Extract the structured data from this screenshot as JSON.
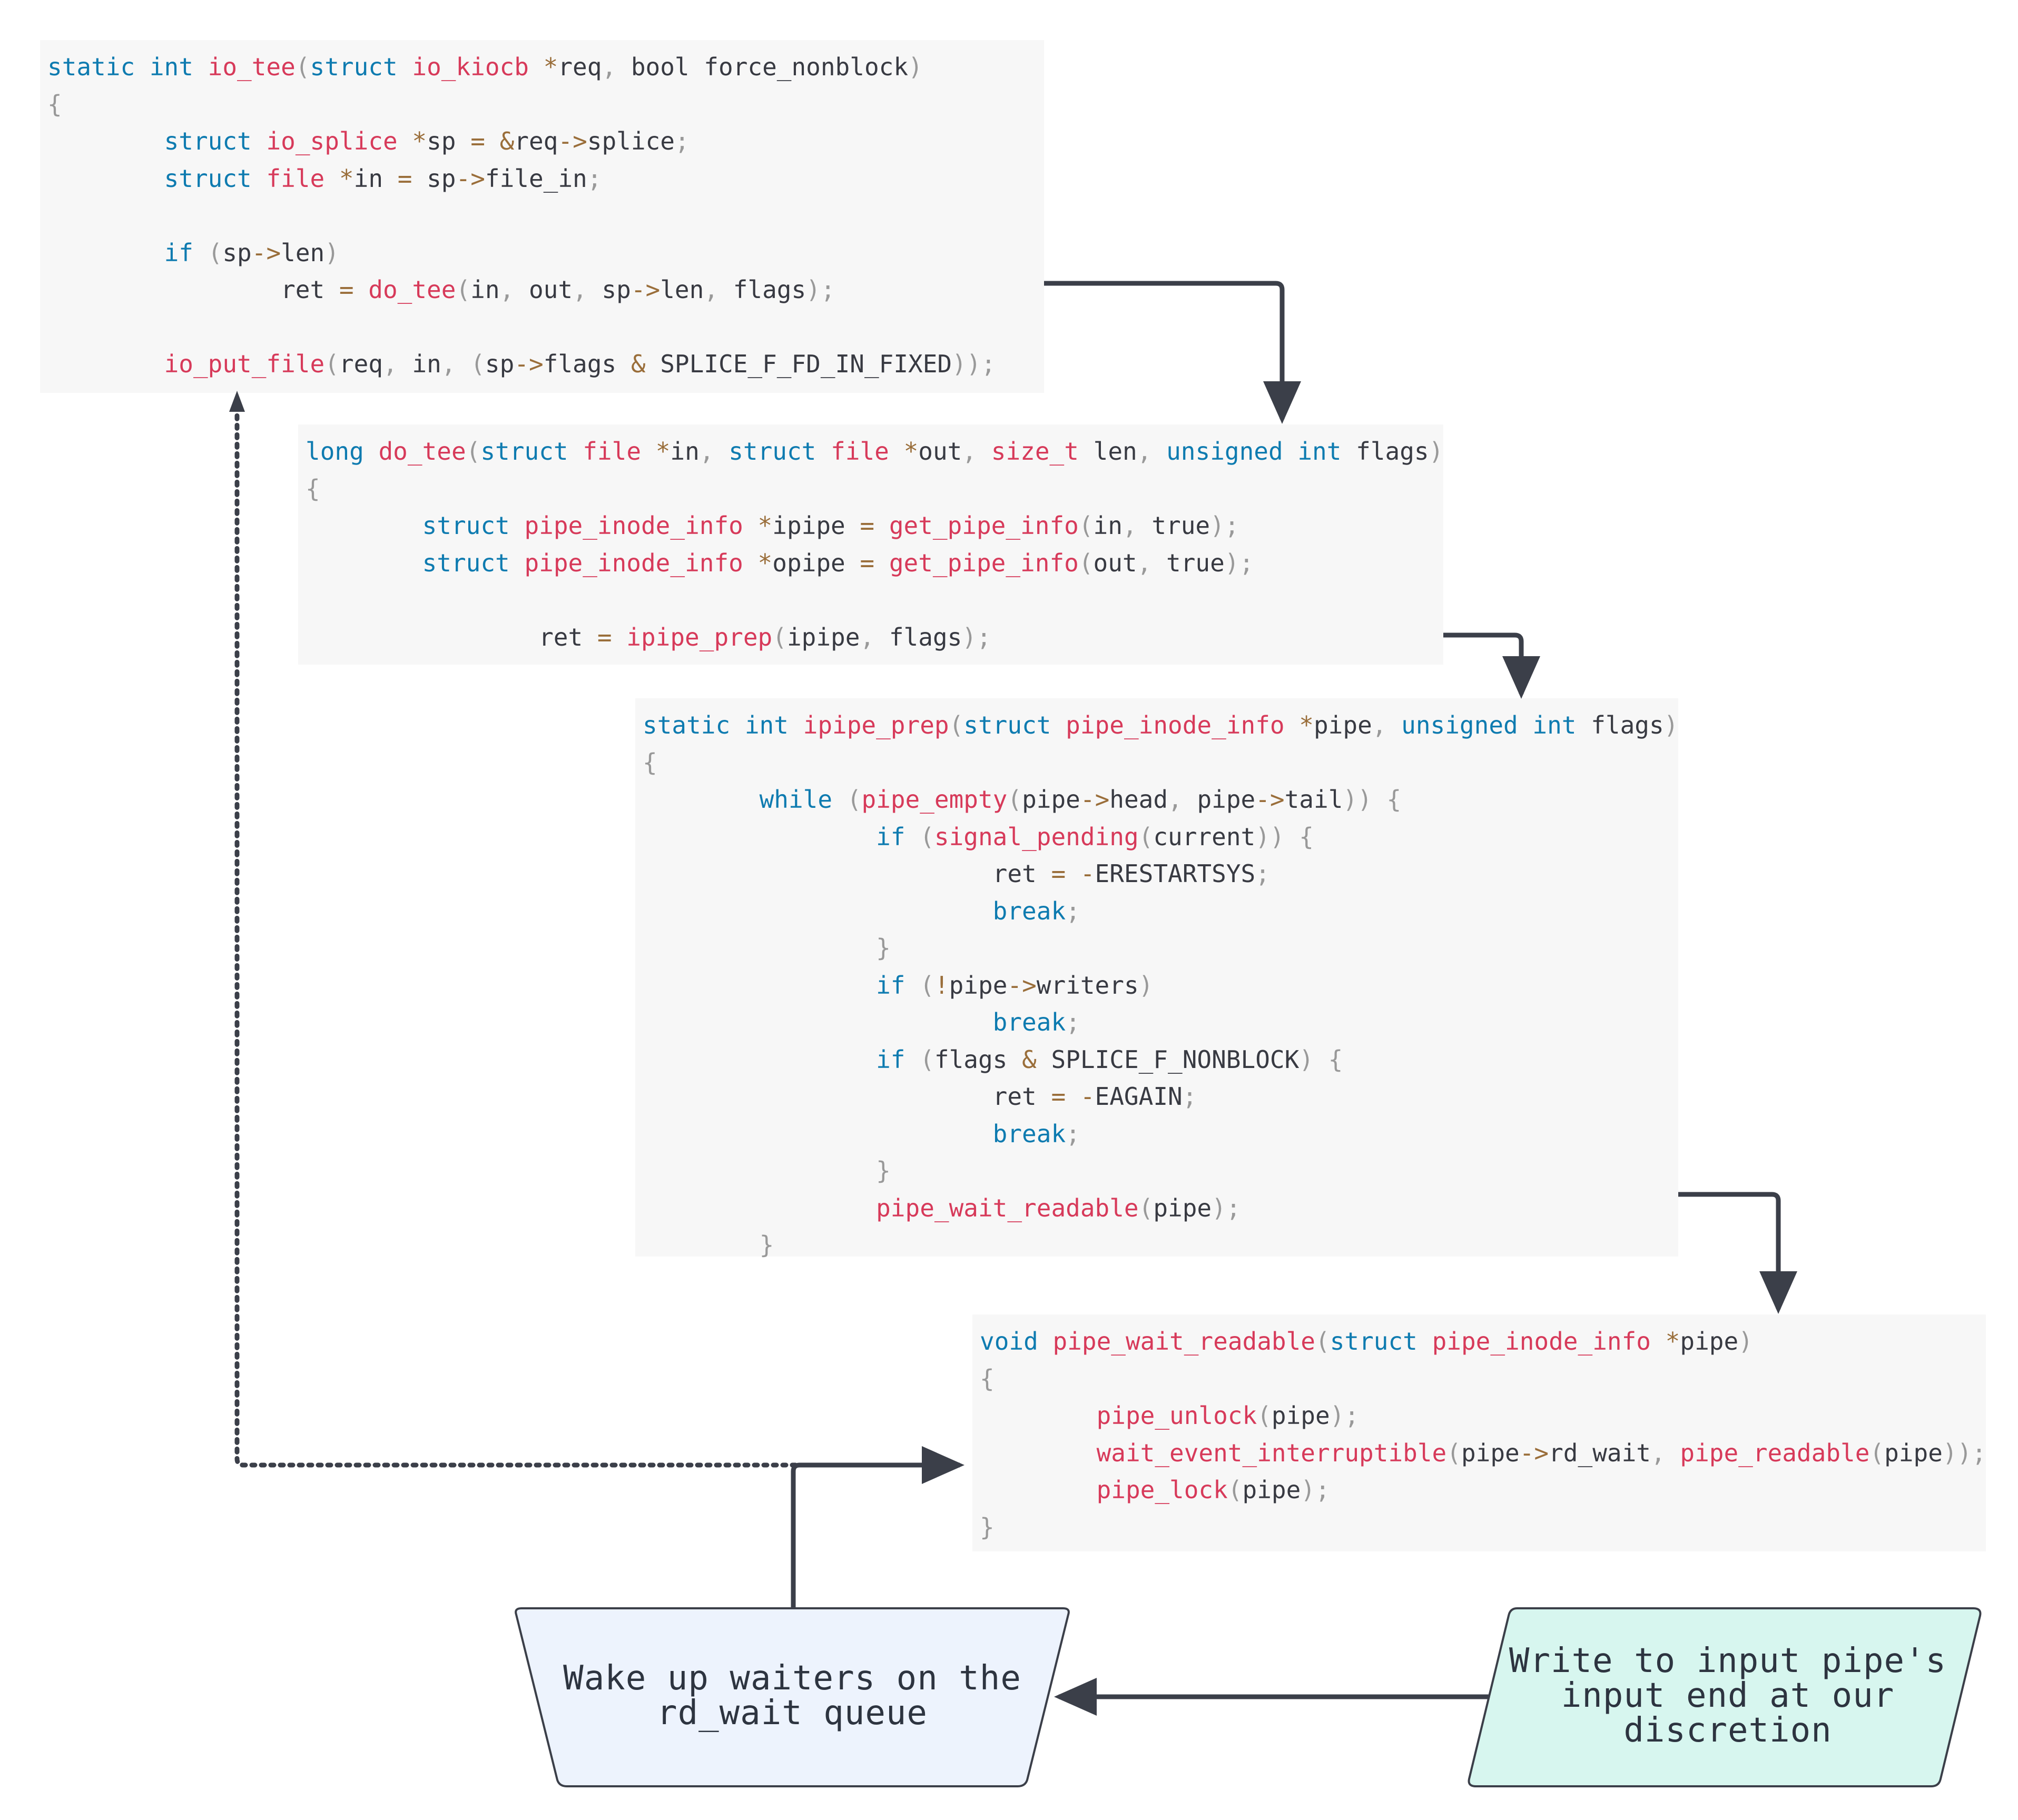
{
  "colors": {
    "keyword": "#0e7bb0",
    "function": "#d73a5a",
    "operator": "#9a6e3a",
    "punctuation": "#999999",
    "text": "#383a42",
    "code_background": "#f7f7f7",
    "arrow": "#3b3f49",
    "wake_box_fill": "#edf3fd",
    "write_box_fill": "#d7f6ef"
  },
  "code_blocks": [
    {
      "id": "io_tee",
      "lines": [
        [
          [
            "kw",
            "static int "
          ],
          [
            "fn",
            "io_tee"
          ],
          [
            "pu",
            "("
          ],
          [
            "kw",
            "struct "
          ],
          [
            "fn",
            "io_kiocb "
          ],
          [
            "op",
            "*"
          ],
          [
            "tx",
            "req"
          ],
          [
            "pu",
            ", "
          ],
          [
            "tx",
            "bool force_nonblock"
          ],
          [
            "pu",
            ")"
          ]
        ],
        [
          [
            "pu",
            "{"
          ]
        ],
        [
          [
            "tx",
            "        "
          ],
          [
            "kw",
            "struct "
          ],
          [
            "fn",
            "io_splice "
          ],
          [
            "op",
            "*"
          ],
          [
            "tx",
            "sp "
          ],
          [
            "op",
            "= &"
          ],
          [
            "tx",
            "req"
          ],
          [
            "op",
            "->"
          ],
          [
            "tx",
            "splice"
          ],
          [
            "pu",
            ";"
          ]
        ],
        [
          [
            "tx",
            "        "
          ],
          [
            "kw",
            "struct "
          ],
          [
            "fn",
            "file "
          ],
          [
            "op",
            "*"
          ],
          [
            "tx",
            "in "
          ],
          [
            "op",
            "= "
          ],
          [
            "tx",
            "sp"
          ],
          [
            "op",
            "->"
          ],
          [
            "tx",
            "file_in"
          ],
          [
            "pu",
            ";"
          ]
        ],
        [],
        [
          [
            "tx",
            "        "
          ],
          [
            "kw",
            "if "
          ],
          [
            "pu",
            "("
          ],
          [
            "tx",
            "sp"
          ],
          [
            "op",
            "->"
          ],
          [
            "tx",
            "len"
          ],
          [
            "pu",
            ")"
          ]
        ],
        [
          [
            "tx",
            "                ret "
          ],
          [
            "op",
            "= "
          ],
          [
            "fn",
            "do_tee"
          ],
          [
            "pu",
            "("
          ],
          [
            "tx",
            "in"
          ],
          [
            "pu",
            ", "
          ],
          [
            "tx",
            "out"
          ],
          [
            "pu",
            ", "
          ],
          [
            "tx",
            "sp"
          ],
          [
            "op",
            "->"
          ],
          [
            "tx",
            "len"
          ],
          [
            "pu",
            ", "
          ],
          [
            "tx",
            "flags"
          ],
          [
            "pu",
            ");"
          ]
        ],
        [],
        [
          [
            "tx",
            "        "
          ],
          [
            "fn",
            "io_put_file"
          ],
          [
            "pu",
            "("
          ],
          [
            "tx",
            "req"
          ],
          [
            "pu",
            ", "
          ],
          [
            "tx",
            "in"
          ],
          [
            "pu",
            ", ("
          ],
          [
            "tx",
            "sp"
          ],
          [
            "op",
            "->"
          ],
          [
            "tx",
            "flags "
          ],
          [
            "op",
            "& "
          ],
          [
            "tx",
            "SPLICE_F_FD_IN_FIXED"
          ],
          [
            "pu",
            "));"
          ]
        ]
      ]
    },
    {
      "id": "do_tee",
      "lines": [
        [
          [
            "kw",
            "long "
          ],
          [
            "fn",
            "do_tee"
          ],
          [
            "pu",
            "("
          ],
          [
            "kw",
            "struct "
          ],
          [
            "fn",
            "file "
          ],
          [
            "op",
            "*"
          ],
          [
            "tx",
            "in"
          ],
          [
            "pu",
            ", "
          ],
          [
            "kw",
            "struct "
          ],
          [
            "fn",
            "file "
          ],
          [
            "op",
            "*"
          ],
          [
            "tx",
            "out"
          ],
          [
            "pu",
            ", "
          ],
          [
            "fn",
            "size_t "
          ],
          [
            "tx",
            "len"
          ],
          [
            "pu",
            ", "
          ],
          [
            "kw",
            "unsigned int "
          ],
          [
            "tx",
            "flags"
          ],
          [
            "pu",
            ")"
          ]
        ],
        [
          [
            "pu",
            "{"
          ]
        ],
        [
          [
            "tx",
            "        "
          ],
          [
            "kw",
            "struct "
          ],
          [
            "fn",
            "pipe_inode_info "
          ],
          [
            "op",
            "*"
          ],
          [
            "tx",
            "ipipe "
          ],
          [
            "op",
            "= "
          ],
          [
            "fn",
            "get_pipe_info"
          ],
          [
            "pu",
            "("
          ],
          [
            "tx",
            "in"
          ],
          [
            "pu",
            ", "
          ],
          [
            "tx",
            "true"
          ],
          [
            "pu",
            ");"
          ]
        ],
        [
          [
            "tx",
            "        "
          ],
          [
            "kw",
            "struct "
          ],
          [
            "fn",
            "pipe_inode_info "
          ],
          [
            "op",
            "*"
          ],
          [
            "tx",
            "opipe "
          ],
          [
            "op",
            "= "
          ],
          [
            "fn",
            "get_pipe_info"
          ],
          [
            "pu",
            "("
          ],
          [
            "tx",
            "out"
          ],
          [
            "pu",
            ", "
          ],
          [
            "tx",
            "true"
          ],
          [
            "pu",
            ");"
          ]
        ],
        [],
        [
          [
            "tx",
            "                ret "
          ],
          [
            "op",
            "= "
          ],
          [
            "fn",
            "ipipe_prep"
          ],
          [
            "pu",
            "("
          ],
          [
            "tx",
            "ipipe"
          ],
          [
            "pu",
            ", "
          ],
          [
            "tx",
            "flags"
          ],
          [
            "pu",
            ");"
          ]
        ]
      ]
    },
    {
      "id": "ipipe_prep",
      "lines": [
        [
          [
            "kw",
            "static int "
          ],
          [
            "fn",
            "ipipe_prep"
          ],
          [
            "pu",
            "("
          ],
          [
            "kw",
            "struct "
          ],
          [
            "fn",
            "pipe_inode_info "
          ],
          [
            "op",
            "*"
          ],
          [
            "tx",
            "pipe"
          ],
          [
            "pu",
            ", "
          ],
          [
            "kw",
            "unsigned int "
          ],
          [
            "tx",
            "flags"
          ],
          [
            "pu",
            ")"
          ]
        ],
        [
          [
            "pu",
            "{"
          ]
        ],
        [
          [
            "tx",
            "        "
          ],
          [
            "kw",
            "while "
          ],
          [
            "pu",
            "("
          ],
          [
            "fn",
            "pipe_empty"
          ],
          [
            "pu",
            "("
          ],
          [
            "tx",
            "pipe"
          ],
          [
            "op",
            "->"
          ],
          [
            "tx",
            "head"
          ],
          [
            "pu",
            ", "
          ],
          [
            "tx",
            "pipe"
          ],
          [
            "op",
            "->"
          ],
          [
            "tx",
            "tail"
          ],
          [
            "pu",
            ")) {"
          ]
        ],
        [
          [
            "tx",
            "                "
          ],
          [
            "kw",
            "if "
          ],
          [
            "pu",
            "("
          ],
          [
            "fn",
            "signal_pending"
          ],
          [
            "pu",
            "("
          ],
          [
            "tx",
            "current"
          ],
          [
            "pu",
            ")) {"
          ]
        ],
        [
          [
            "tx",
            "                        ret "
          ],
          [
            "op",
            "= -"
          ],
          [
            "tx",
            "ERESTARTSYS"
          ],
          [
            "pu",
            ";"
          ]
        ],
        [
          [
            "tx",
            "                        "
          ],
          [
            "kw",
            "break"
          ],
          [
            "pu",
            ";"
          ]
        ],
        [
          [
            "tx",
            "                "
          ],
          [
            "pu",
            "}"
          ]
        ],
        [
          [
            "tx",
            "                "
          ],
          [
            "kw",
            "if "
          ],
          [
            "pu",
            "("
          ],
          [
            "op",
            "!"
          ],
          [
            "tx",
            "pipe"
          ],
          [
            "op",
            "->"
          ],
          [
            "tx",
            "writers"
          ],
          [
            "pu",
            ")"
          ]
        ],
        [
          [
            "tx",
            "                        "
          ],
          [
            "kw",
            "break"
          ],
          [
            "pu",
            ";"
          ]
        ],
        [
          [
            "tx",
            "                "
          ],
          [
            "kw",
            "if "
          ],
          [
            "pu",
            "("
          ],
          [
            "tx",
            "flags "
          ],
          [
            "op",
            "& "
          ],
          [
            "tx",
            "SPLICE_F_NONBLOCK"
          ],
          [
            "pu",
            ") {"
          ]
        ],
        [
          [
            "tx",
            "                        ret "
          ],
          [
            "op",
            "= -"
          ],
          [
            "tx",
            "EAGAIN"
          ],
          [
            "pu",
            ";"
          ]
        ],
        [
          [
            "tx",
            "                        "
          ],
          [
            "kw",
            "break"
          ],
          [
            "pu",
            ";"
          ]
        ],
        [
          [
            "tx",
            "                "
          ],
          [
            "pu",
            "}"
          ]
        ],
        [
          [
            "tx",
            "                "
          ],
          [
            "fn",
            "pipe_wait_readable"
          ],
          [
            "pu",
            "("
          ],
          [
            "tx",
            "pipe"
          ],
          [
            "pu",
            ");"
          ]
        ],
        [
          [
            "tx",
            "        "
          ],
          [
            "pu",
            "}"
          ]
        ]
      ]
    },
    {
      "id": "pipe_wait_readable",
      "lines": [
        [
          [
            "kw",
            "void "
          ],
          [
            "fn",
            "pipe_wait_readable"
          ],
          [
            "pu",
            "("
          ],
          [
            "kw",
            "struct "
          ],
          [
            "fn",
            "pipe_inode_info "
          ],
          [
            "op",
            "*"
          ],
          [
            "tx",
            "pipe"
          ],
          [
            "pu",
            ")"
          ]
        ],
        [
          [
            "pu",
            "{"
          ]
        ],
        [
          [
            "tx",
            "        "
          ],
          [
            "fn",
            "pipe_unlock"
          ],
          [
            "pu",
            "("
          ],
          [
            "tx",
            "pipe"
          ],
          [
            "pu",
            ");"
          ]
        ],
        [
          [
            "tx",
            "        "
          ],
          [
            "fn",
            "wait_event_interruptible"
          ],
          [
            "pu",
            "("
          ],
          [
            "tx",
            "pipe"
          ],
          [
            "op",
            "->"
          ],
          [
            "tx",
            "rd_wait"
          ],
          [
            "pu",
            ", "
          ],
          [
            "fn",
            "pipe_readable"
          ],
          [
            "pu",
            "("
          ],
          [
            "tx",
            "pipe"
          ],
          [
            "pu",
            "));"
          ]
        ],
        [
          [
            "tx",
            "        "
          ],
          [
            "fn",
            "pipe_lock"
          ],
          [
            "pu",
            "("
          ],
          [
            "tx",
            "pipe"
          ],
          [
            "pu",
            ");"
          ]
        ],
        [
          [
            "pu",
            "}"
          ]
        ]
      ]
    }
  ],
  "shapes": {
    "wake": {
      "line1": "Wake up waiters on the",
      "line2": "rd_wait queue"
    },
    "write": {
      "line1": "Write to input pipe's",
      "line2": "input end at our",
      "line3": "discretion"
    }
  }
}
